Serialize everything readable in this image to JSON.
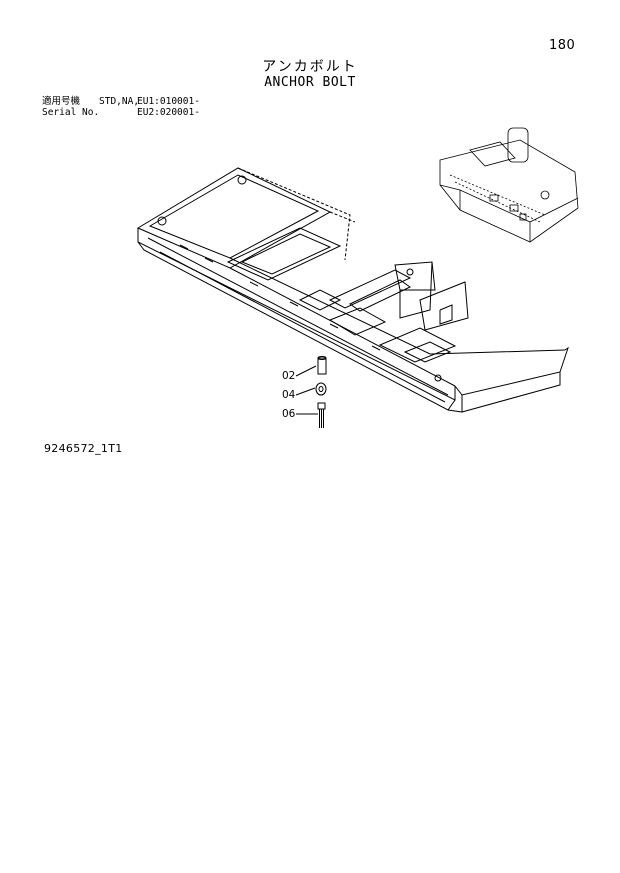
{
  "page_number": "180",
  "title_jp": "アンカボルト",
  "title_en": "ANCHOR BOLT",
  "serial_info": {
    "label_jp": "適用号機",
    "label_en": "Serial No.",
    "models": "STD,NA,",
    "eu1": "EU1:010001-",
    "eu2": "EU2:020001-"
  },
  "callouts": [
    "02",
    "04",
    "06"
  ],
  "drawing_number": "9246572_1T1"
}
